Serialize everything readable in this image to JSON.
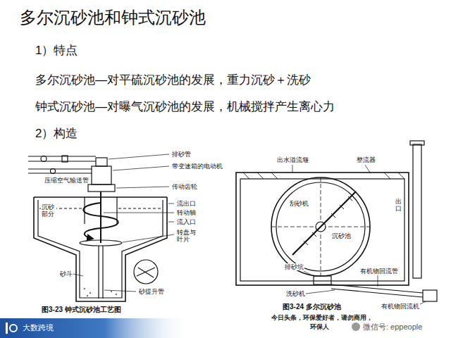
{
  "diagram": {
    "title": "多尔沉砂池和钟式沉砂池",
    "labels": [
      "1）特点",
      "多尔沉砂池—对平硫沉砂池的发展，重力沉砂＋洗砂",
      "钟式沉砂池—对曝气沉砂池的发展，机械搅拌产生离心力",
      "2）构造",
      "排砂管",
      "带变速箱的电动机",
      "压缩空气输送管",
      "传动齿轮",
      "沉砂部分",
      "流出口",
      "转动轴",
      "流入口",
      "转盘与叶片",
      "砂斗",
      "砂提升管",
      "图3-23 钟式沉砂池工艺图",
      "出水溢流堰",
      "整流器",
      "刮砂机",
      "沉砂池",
      "出口",
      "排砂坑",
      "洗砂机",
      "有机物回流管",
      "有机物回流机",
      "图3-24 多尔沉砂池",
      "今日头条，环保爱好者，请勿商用，",
      "环保人",
      "微信号: eppeople",
      "大数跨境"
    ]
  }
}
